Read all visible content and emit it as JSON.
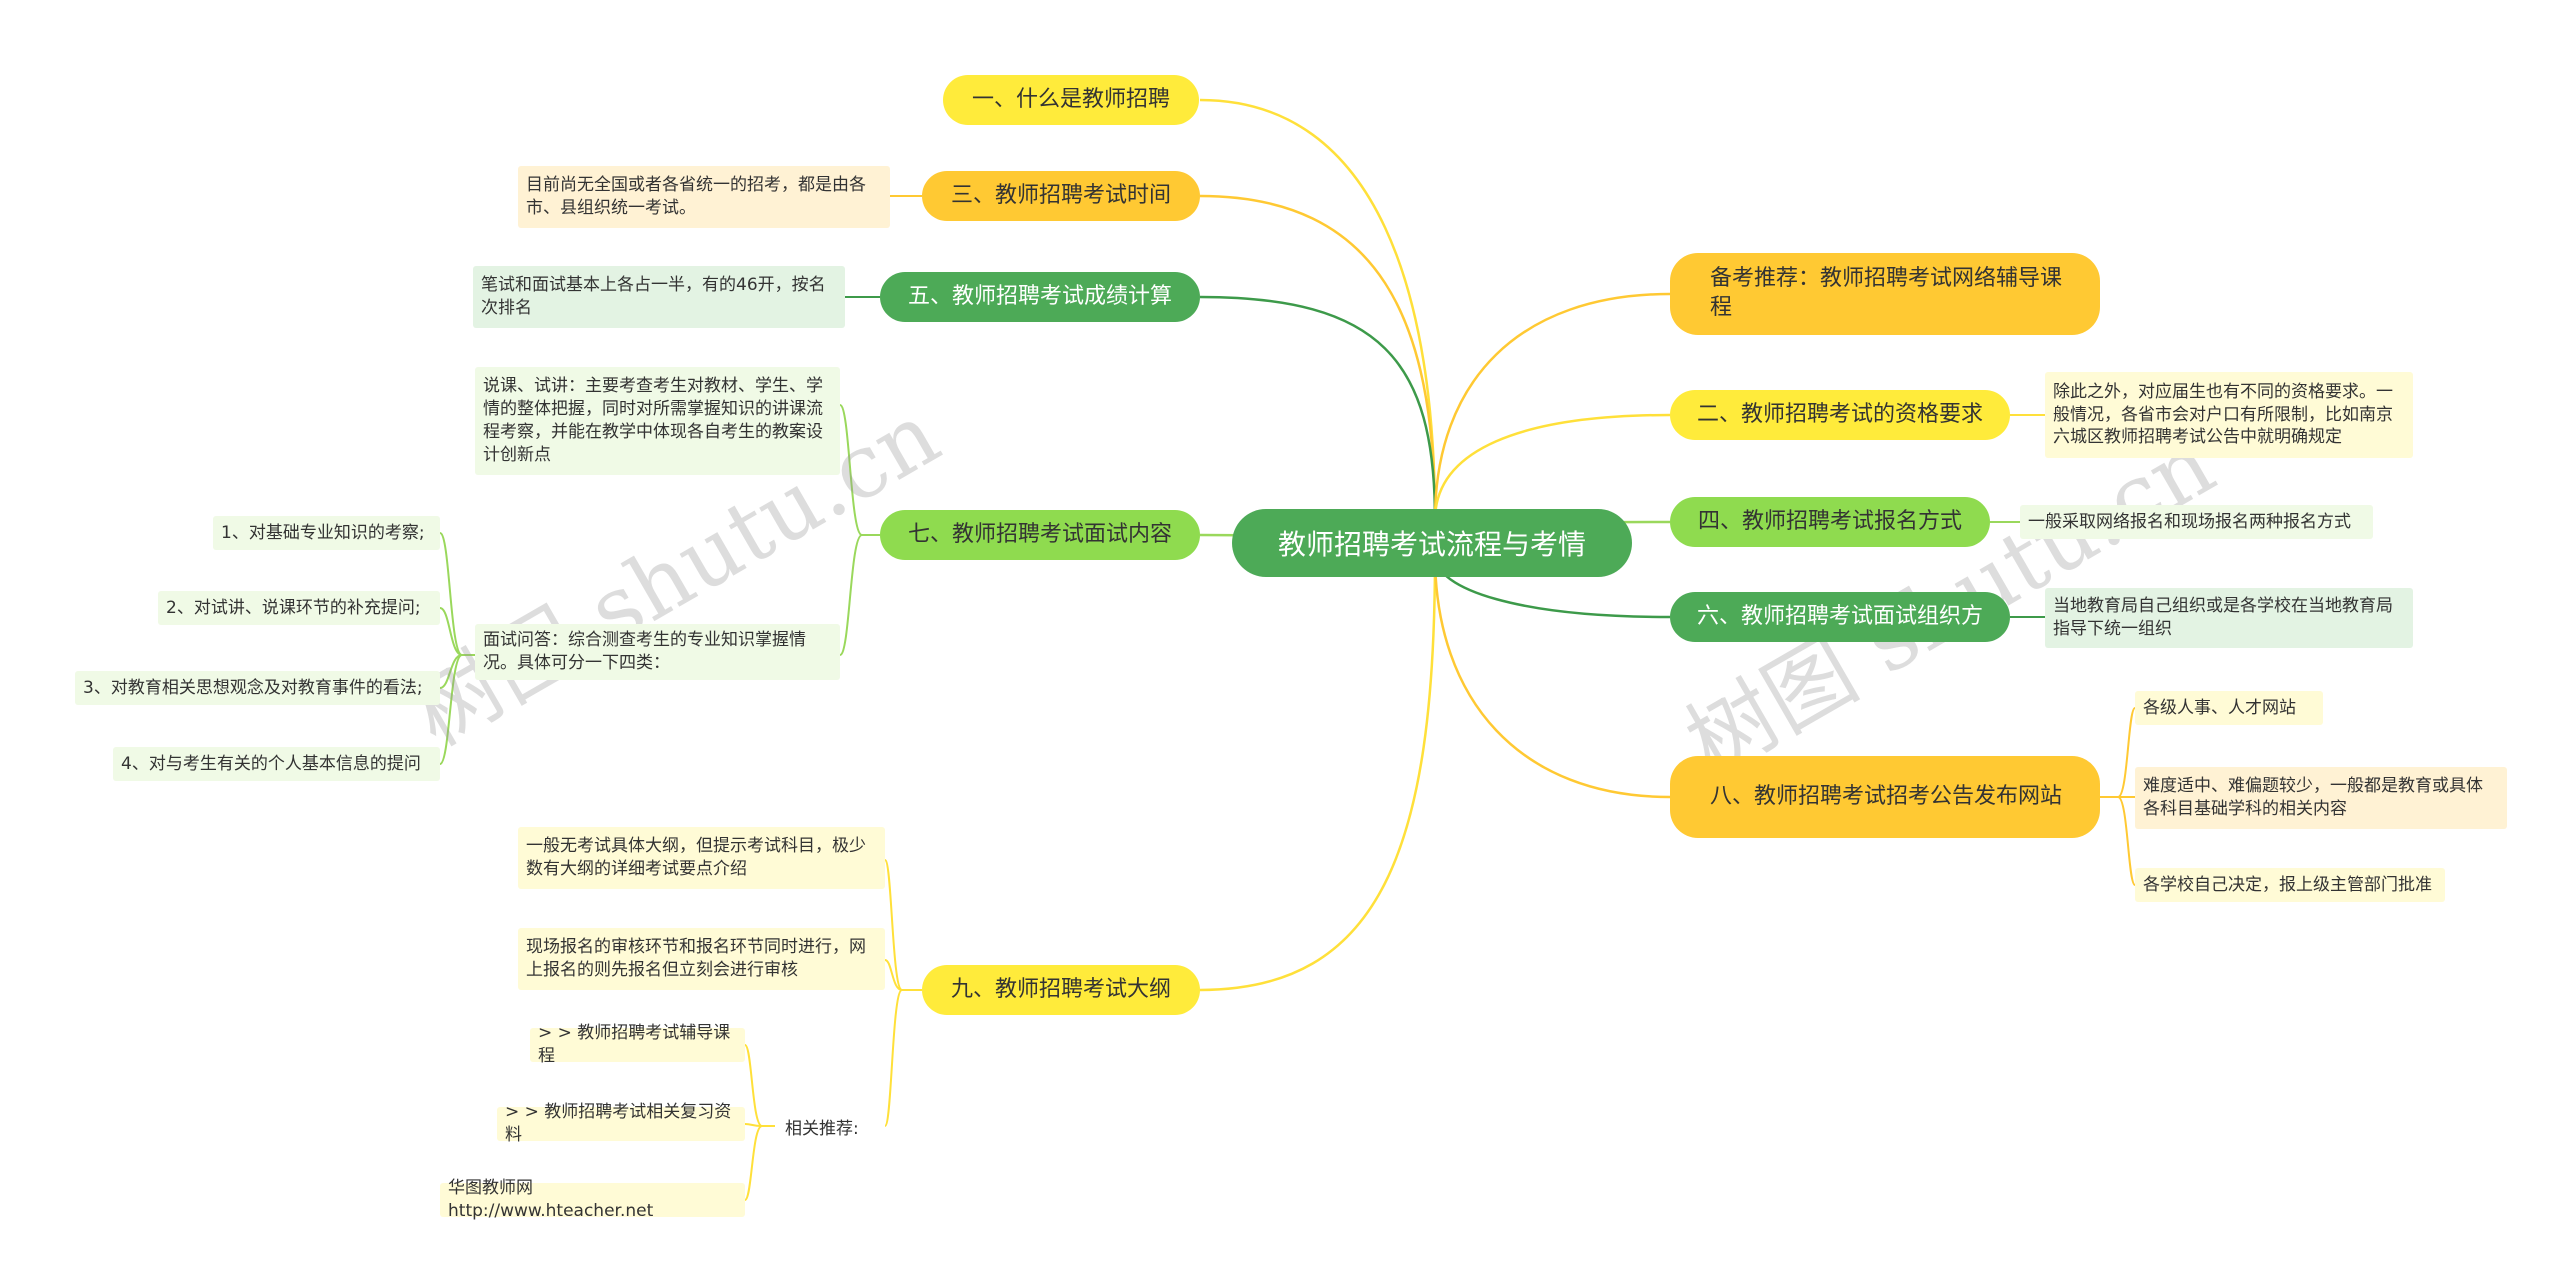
{
  "colors": {
    "root": "#4daa57",
    "yellow": "#ffeb3b",
    "orange": "#ffc933",
    "green": "#4daa57",
    "light_green": "#8fdb4f",
    "line_yellow": "#ffe03a",
    "line_orange": "#ffc933",
    "line_green": "#3d9a4a",
    "line_light_green": "#9ad85c"
  },
  "root": "教师招聘考试流程与考情",
  "watermark": "树图 shutu.cn",
  "left": {
    "b1": "一、什么是教师招聘",
    "b3": "三、教师招聘考试时间",
    "b3_leaf": "目前尚无全国或者各省统一的招考，都是由各市、县组织统一考试。",
    "b5": "五、教师招聘考试成绩计算",
    "b5_leaf": "笔试和面试基本上各占一半，有的46开，按名次排名",
    "b7": "七、教师招聘考试面试内容",
    "b7_leaf1": "说课、试讲：主要考查考生对教材、学生、学情的整体把握，同时对所需掌握知识的讲课流程考察，并能在教学中体现各自考生的教案设计创新点",
    "b7_leaf2": "面试问答：综合测查考生的专业知识掌握情况。具体可分一下四类：",
    "b7_sub": [
      "1、对基础专业知识的考察;",
      "2、对试讲、说课环节的补充提问;",
      "3、对教育相关思想观念及对教育事件的看法;",
      "4、对与考生有关的个人基本信息的提问"
    ],
    "b9": "九、教师招聘考试大纲",
    "b9_leaf1": "一般无考试具体大纲，但提示考试科目，极少数有大纲的详细考试要点介绍",
    "b9_leaf2": "现场报名的审核环节和报名环节同时进行，网上报名的则先报名但立刻会进行审核",
    "b9_related": "相关推荐:",
    "b9_sub": [
      "> > 教师招聘考试辅导课程",
      "> > 教师招聘考试相关复习资料",
      "华图教师网http://www.hteacher.net"
    ]
  },
  "right": {
    "rec": "备考推荐：教师招聘考试网络辅导课程",
    "b2": "二、教师招聘考试的资格要求",
    "b2_leaf": "除此之外，对应届生也有不同的资格要求。一般情况，各省市会对户口有所限制，比如南京六城区教师招聘考试公告中就明确规定",
    "b4": "四、教师招聘考试报名方式",
    "b4_leaf": "一般采取网络报名和现场报名两种报名方式",
    "b6": "六、教师招聘考试面试组织方",
    "b6_leaf": "当地教育局自己组织或是各学校在当地教育局指导下统一组织",
    "b8": "八、教师招聘考试招考公告发布网站",
    "b8_sub": [
      "各级人事、人才网站",
      "难度适中、难偏题较少，一般都是教育或具体各科目基础学科的相关内容",
      "各学校自己决定，报上级主管部门批准"
    ]
  }
}
